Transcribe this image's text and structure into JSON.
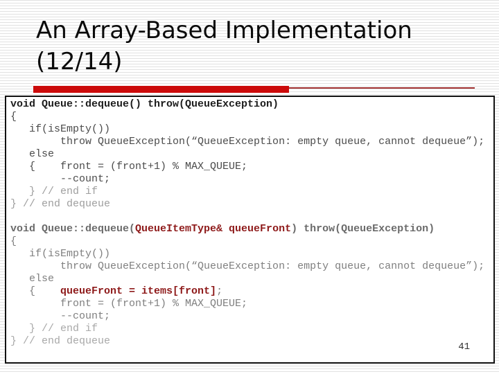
{
  "slide": {
    "title_line1": "An Array-Based Implementation",
    "title_line2": "(12/14)",
    "page_number": "41"
  },
  "colors": {
    "accent_red": "#cc0b0b",
    "accent_dark_red": "#a03030",
    "code_red": "#8e1a1a",
    "stripe_gray": "#e1e1e1",
    "box_border": "#111111"
  },
  "code_blocks": [
    {
      "lines": [
        [
          {
            "s": "sig1",
            "t": "void Queue::dequeue() throw(QueueException)"
          }
        ],
        [
          {
            "s": "body1",
            "t": "{"
          }
        ],
        [
          {
            "s": "body1",
            "t": "   if(isEmpty())"
          }
        ],
        [
          {
            "s": "body1",
            "t": "        throw QueueException(“QueueException: empty queue, cannot dequeue”);"
          }
        ],
        [
          {
            "s": "body1",
            "t": "   else"
          }
        ],
        [
          {
            "s": "body1",
            "t": "   {    front = (front+1) % MAX_QUEUE;"
          }
        ],
        [
          {
            "s": "body1",
            "t": "        --count;"
          }
        ],
        [
          {
            "s": "cmt1",
            "t": "   } // end if"
          }
        ],
        [
          {
            "s": "cmt1",
            "t": "} // end dequeue"
          }
        ]
      ]
    },
    {
      "lines": [
        [
          {
            "s": "sig2",
            "t": "void Queue::dequeue("
          },
          {
            "s": "red",
            "t": "QueueItemType& queueFront"
          },
          {
            "s": "sig2",
            "t": ") throw(QueueException)"
          }
        ],
        [
          {
            "s": "body2",
            "t": "{"
          }
        ],
        [
          {
            "s": "body2",
            "t": "   if(isEmpty())"
          }
        ],
        [
          {
            "s": "body2",
            "t": "        throw QueueException(“QueueException: empty queue, cannot dequeue”);"
          }
        ],
        [
          {
            "s": "body2",
            "t": "   else"
          }
        ],
        [
          {
            "s": "body2",
            "t": "   {    "
          },
          {
            "s": "red",
            "t": "queueFront = items[front]"
          },
          {
            "s": "body2",
            "t": ";"
          }
        ],
        [
          {
            "s": "body2",
            "t": "        front = (front+1) % MAX_QUEUE;"
          }
        ],
        [
          {
            "s": "body2",
            "t": "        --count;"
          }
        ],
        [
          {
            "s": "cmt2",
            "t": "   } // end if"
          }
        ],
        [
          {
            "s": "cmt2",
            "t": "} // end dequeue"
          }
        ]
      ]
    }
  ]
}
